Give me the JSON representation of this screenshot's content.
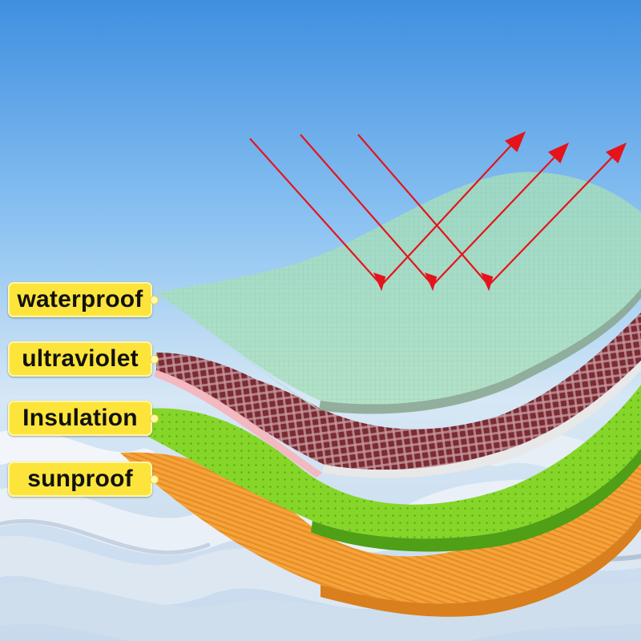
{
  "labels": {
    "waterproof": "waterproof",
    "ultraviolet": "ultraviolet",
    "insulation": "Insulation",
    "sunproof": "sunproof"
  },
  "colors": {
    "label_bg": "#fce43a",
    "arrow": "#e5141c",
    "waterproof_layer": "#9fd9b3",
    "ultraviolet_layer": "#7b2c33",
    "insulation_layer": "#7ed321",
    "sunproof_layer": "#f29a2e",
    "sky_top": "#4a93e0",
    "sky_bottom": "#dbe9f6"
  }
}
